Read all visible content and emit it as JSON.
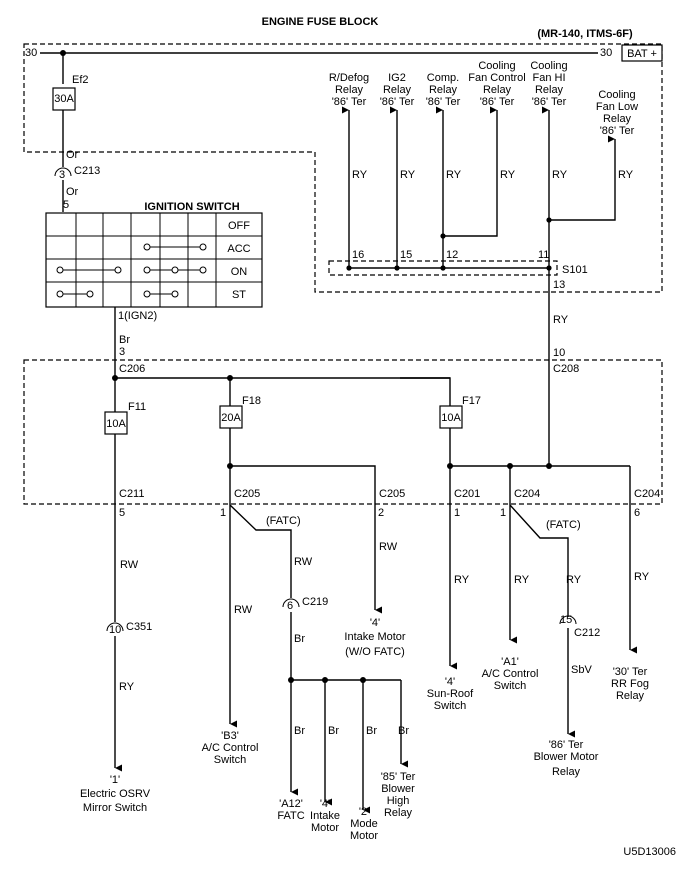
{
  "header": {
    "title": "ENGINE FUSE BLOCK",
    "model": "(MR-140, ITMS-6F)",
    "bat": "BAT +"
  },
  "top_bus": {
    "left_pin": "30",
    "right_pin": "30"
  },
  "fuse_ef2": {
    "name": "Ef2",
    "rating": "30A"
  },
  "c213": {
    "wire_above": "Or",
    "pin": "3",
    "name": "C213",
    "wire_below": "Or",
    "pin_below": "5"
  },
  "ignition_switch": {
    "title": "IGNITION SWITCH",
    "positions": [
      "OFF",
      "ACC",
      "ON",
      "ST"
    ],
    "pin_out": "1(IGN2)"
  },
  "relays": [
    {
      "label": [
        "R/Defog",
        "Relay",
        "'86' Ter"
      ],
      "wire": "RY",
      "pin": "16"
    },
    {
      "label": [
        "IG2",
        "Relay",
        "'86' Ter"
      ],
      "wire": "RY",
      "pin": "15"
    },
    {
      "label": [
        "Comp.",
        "Relay",
        "'86' Ter"
      ],
      "wire": "RY",
      "pin": "12"
    },
    {
      "label": [
        "Cooling",
        "Fan Control",
        "Relay",
        "'86' Ter"
      ],
      "wire": "RY",
      "pin": ""
    },
    {
      "label": [
        "Cooling",
        "Fan HI",
        "Relay",
        "'86' Ter"
      ],
      "wire": "RY",
      "pin": "11"
    },
    {
      "label": [
        "Cooling",
        "Fan Low",
        "Relay",
        "'86' Ter"
      ],
      "wire": "RY",
      "pin": ""
    }
  ],
  "s101": {
    "name": "S101",
    "pin": "13",
    "wire_below": "RY"
  },
  "ign_wire": {
    "color": "Br",
    "pin": "3",
    "connector": "C206"
  },
  "c208": {
    "pin": "10",
    "name": "C208"
  },
  "fuses": [
    {
      "name": "F11",
      "rating": "10A"
    },
    {
      "name": "F18",
      "rating": "20A"
    },
    {
      "name": "F17",
      "rating": "10A"
    }
  ],
  "bottom_connectors": [
    {
      "name": "C211",
      "pin": "5"
    },
    {
      "name": "C205",
      "pin": "1"
    },
    {
      "name": "C205",
      "pin": "2"
    },
    {
      "name": "C201",
      "pin": "1"
    },
    {
      "name": "C204",
      "pin": "1"
    },
    {
      "name": "C204",
      "pin": "6"
    }
  ],
  "fatc_labels": [
    "(FATC)",
    "(FATC)"
  ],
  "wires": {
    "rw": "RW",
    "ry": "RY",
    "br": "Br",
    "sbv": "SbV"
  },
  "c351": {
    "pin": "10",
    "name": "C351"
  },
  "c219": {
    "pin": "6",
    "name": "C219"
  },
  "c212": {
    "pin": "15",
    "name": "C212"
  },
  "destinations": {
    "osrv": [
      "'1'",
      "Electric OSRV",
      "Mirror Switch"
    ],
    "b3": [
      "'B3'",
      "A/C Control",
      "Switch"
    ],
    "intake_wo": [
      "'4'",
      "Intake Motor",
      "(W/O FATC)"
    ],
    "a12": [
      "'A12'",
      "FATC"
    ],
    "intake4": [
      "'4'",
      "Intake",
      "Motor"
    ],
    "mode2": [
      "'2'",
      "Mode",
      "Motor"
    ],
    "blower_high": [
      "'85' Ter",
      "Blower",
      "High",
      "Relay"
    ],
    "sunroof": [
      "'4'",
      "Sun-Roof",
      "Switch"
    ],
    "a1": [
      "'A1'",
      "A/C Control",
      "Switch"
    ],
    "blower_motor": [
      "'86' Ter",
      "Blower Motor",
      "Relay"
    ],
    "rrfog": [
      "'30' Ter",
      "RR Fog",
      "Relay"
    ]
  },
  "code": "U5D13006"
}
